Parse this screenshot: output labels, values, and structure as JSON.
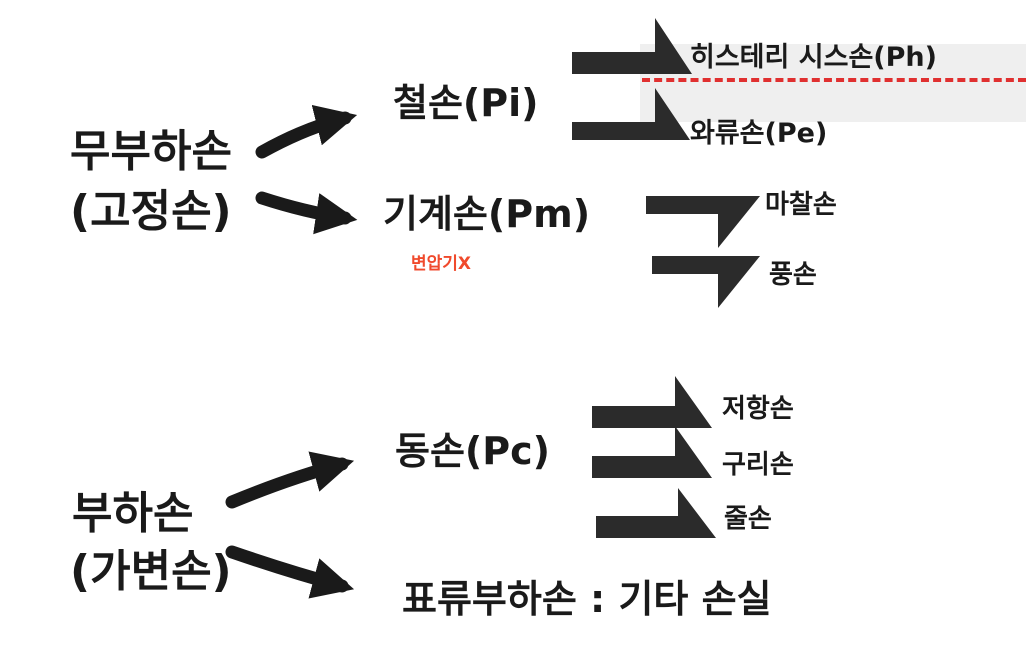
{
  "colors": {
    "ink": "#1a1a1a",
    "accent_red": "#e03030",
    "note_orange": "#f04a2c",
    "highlight": "#efefef"
  },
  "fixed": {
    "group_line1": "무부하손",
    "group_line2": "(고정손)",
    "iron_loss": "철손(Pi)",
    "hysteresis": "히스테리 시스손(Ph)",
    "eddy_current": "와류손(Pe)",
    "mechanical_loss": "기계손(Pm)",
    "transformer_note": "변압기X",
    "friction": "마찰손",
    "windage": "풍손"
  },
  "variable": {
    "group_line1": "부하손",
    "group_line2": "(가변손)",
    "copper_loss": "동손(Pc)",
    "resistance": "저항손",
    "copper": "구리손",
    "joule": "줄손",
    "stray_load": "표류부하손 : 기타 손실"
  }
}
